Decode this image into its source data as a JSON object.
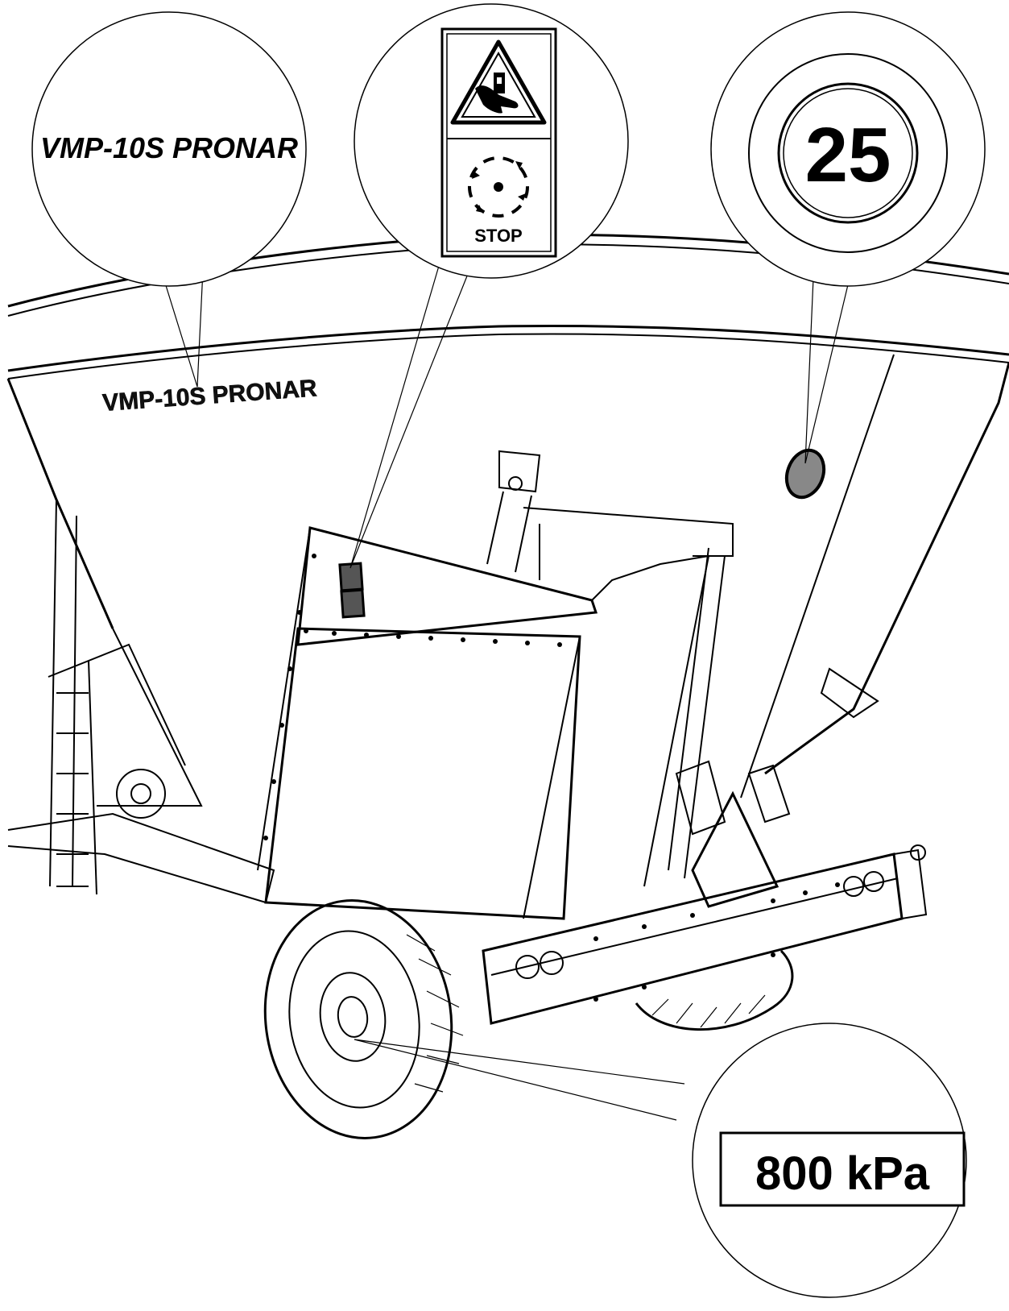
{
  "callouts": {
    "model_label": {
      "text": "VMP-10S PRONAR"
    },
    "warning_decal": {
      "stop_text": "STOP",
      "top_icon": "hand-crush-warning-icon",
      "bottom_icon": "rotating-parts-icon"
    },
    "speed_sign": {
      "value": "25"
    },
    "tyre_pressure": {
      "text": "800 kPa"
    }
  },
  "machine": {
    "body_lettering": "VMP-10S PRONAR"
  },
  "colors": {
    "line": "#000000",
    "background": "#ffffff",
    "sign_fill": "#888888"
  }
}
